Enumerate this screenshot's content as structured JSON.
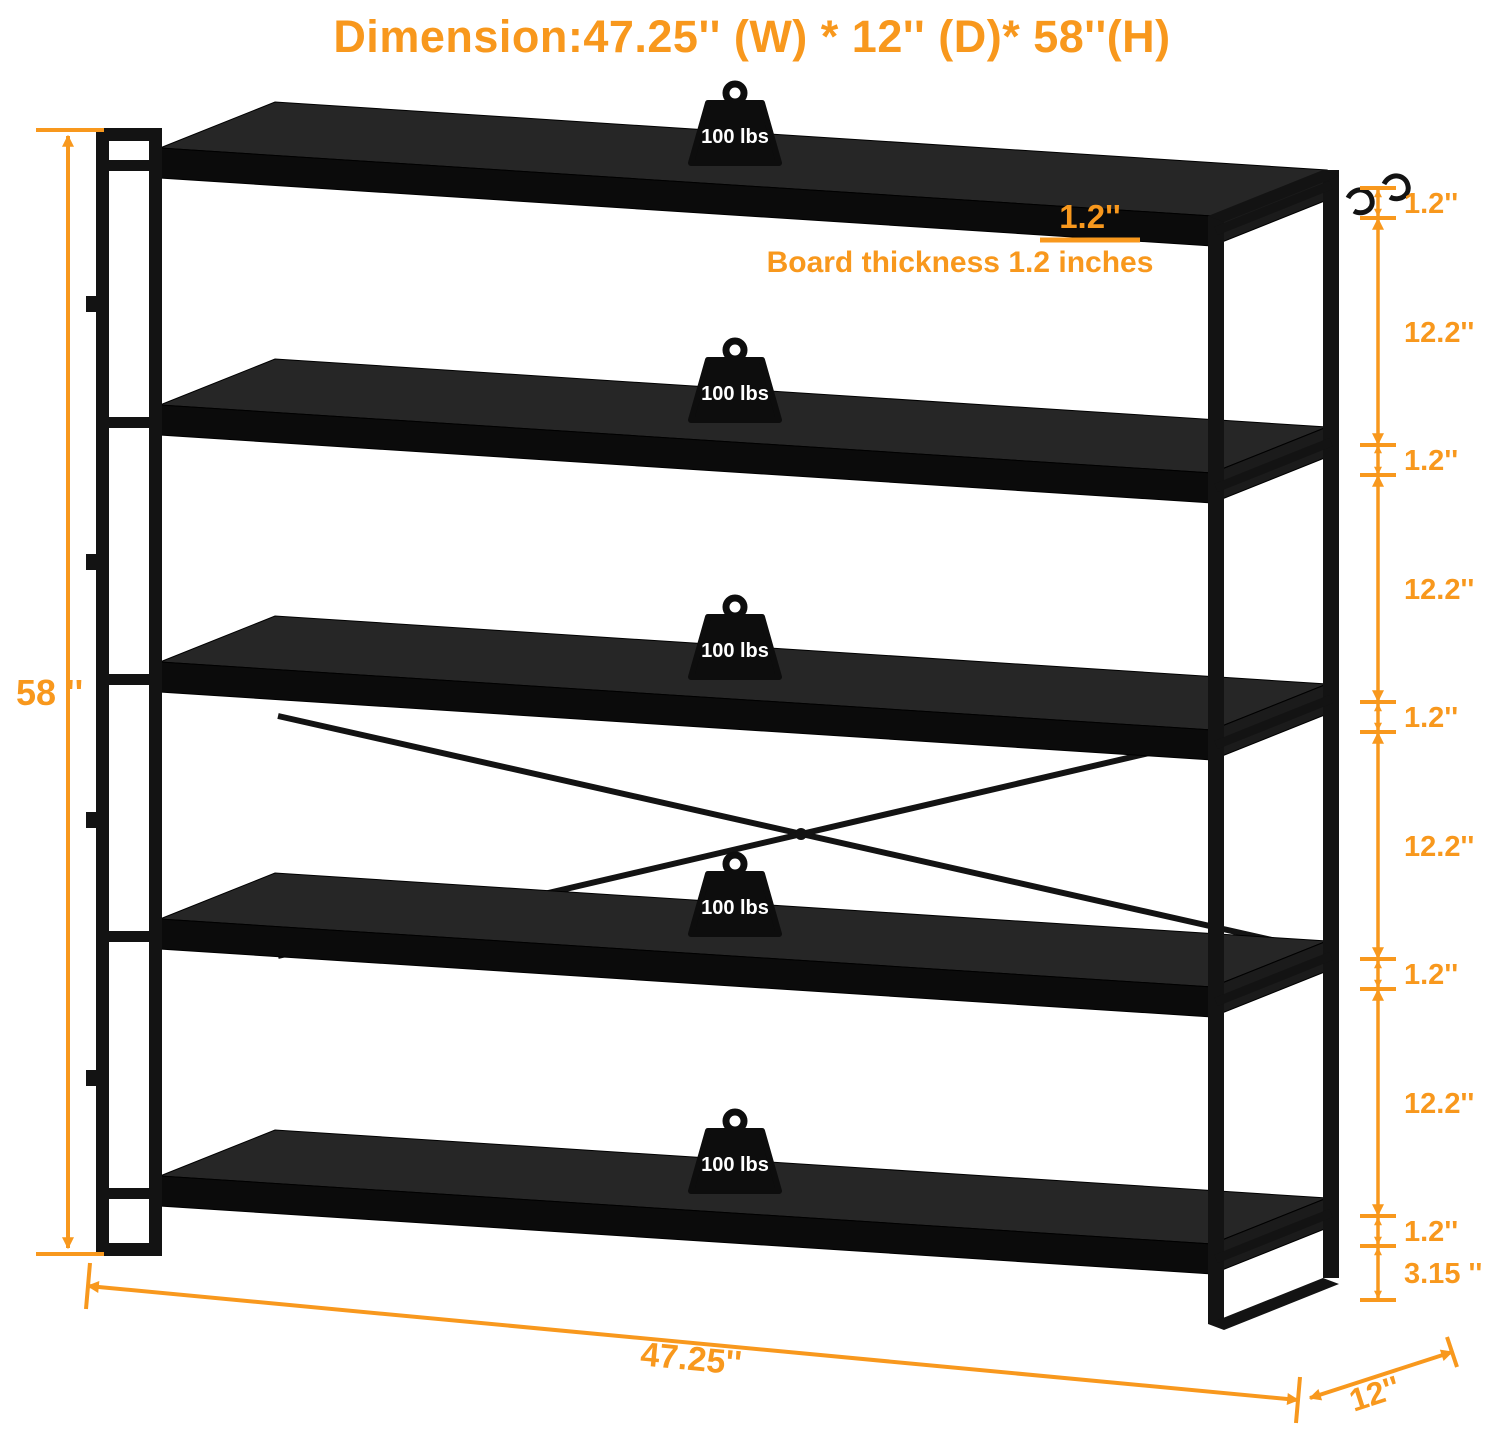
{
  "title": "Dimension:47.25'' (W) * 12'' (D)* 58''(H)",
  "callout": {
    "thickness_value": "1.2''",
    "thickness_note": "Board thickness 1.2 inches"
  },
  "weights": {
    "labels": [
      "100 lbs",
      "100 lbs",
      "100 lbs",
      "100 lbs",
      "100 lbs"
    ]
  },
  "dimensions": {
    "height": "58 ''",
    "width": "47.25''",
    "depth": "12''",
    "right_column": [
      "1.2''",
      "12.2''",
      "1.2''",
      "12.2''",
      "1.2''",
      "12.2''",
      "1.2''",
      "12.2''",
      "1.2''",
      "3.15 ''"
    ]
  },
  "colors": {
    "accent": "#F8981D",
    "frame": "#131313",
    "board_top": "#262626",
    "board_front": "#0b0b0b",
    "board_side": "#1b1b1b",
    "weight_black": "#0d0d0d",
    "weight_text": "#ffffff",
    "background": "#ffffff"
  }
}
